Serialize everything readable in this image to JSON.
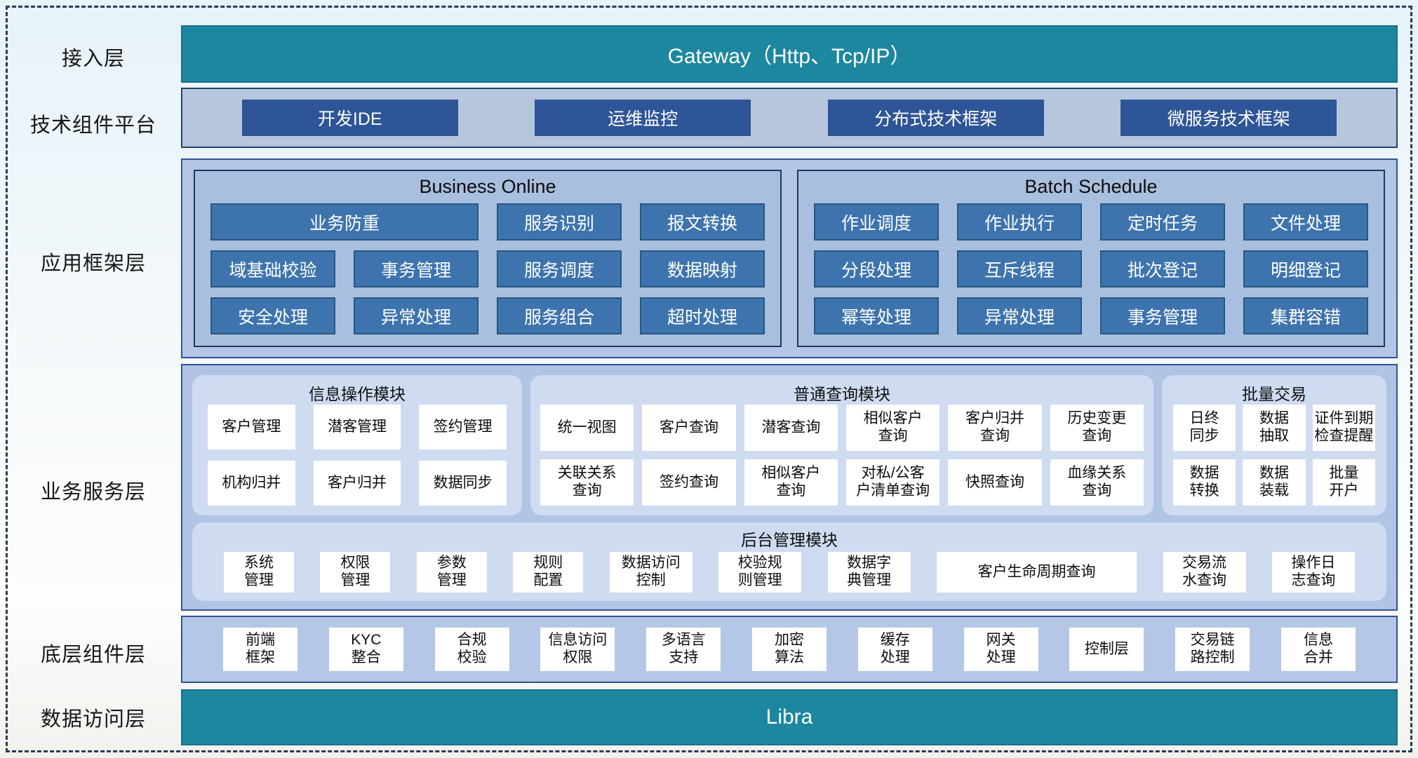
{
  "colors": {
    "teal": "#1d87a0",
    "navy_button": "#2e5597",
    "steel_button": "#3e74ae",
    "container_blue": "#b3c6e6",
    "panel_blue": "#cfdbf1"
  },
  "layers": {
    "access": {
      "label": "接入层",
      "bar": "Gateway（Http、Tcp/IP）"
    },
    "tech_platform": {
      "label": "技术组件平台",
      "items": [
        "开发IDE",
        "运维监控",
        "分布式技术框架",
        "微服务技术框架"
      ]
    },
    "app_framework": {
      "label": "应用框架层",
      "business_online": {
        "title": "Business Online",
        "items": [
          "业务防重",
          "服务识别",
          "报文转换",
          "域基础校验",
          "事务管理",
          "服务调度",
          "数据映射",
          "安全处理",
          "异常处理",
          "服务组合",
          "超时处理"
        ]
      },
      "batch_schedule": {
        "title": "Batch Schedule",
        "items": [
          "作业调度",
          "作业执行",
          "定时任务",
          "文件处理",
          "分段处理",
          "互斥线程",
          "批次登记",
          "明细登记",
          "幂等处理",
          "异常处理",
          "事务管理",
          "集群容错"
        ]
      }
    },
    "business_service": {
      "label": "业务服务层",
      "info_ops": {
        "title": "信息操作模块",
        "items": [
          "客户管理",
          "潜客管理",
          "签约管理",
          "机构归并",
          "客户归并",
          "数据同步"
        ]
      },
      "general_query": {
        "title": "普通查询模块",
        "items": [
          "统一视图",
          "客户查询",
          "潜客查询",
          "相似客户\n查询",
          "客户归并\n查询",
          "历史变更\n查询",
          "关联关系\n查询",
          "签约查询",
          "相似客户\n查询",
          "对私/公客\n户清单查询",
          "快照查询",
          "血缘关系\n查询"
        ]
      },
      "batch_trade": {
        "title": "批量交易",
        "items": [
          "日终\n同步",
          "数据\n抽取",
          "证件到期\n检查提醒",
          "数据\n转换",
          "数据\n装载",
          "批量\n开户"
        ]
      },
      "admin": {
        "title": "后台管理模块",
        "items": [
          "系统\n管理",
          "权限\n管理",
          "参数\n管理",
          "规则\n配置",
          "数据访问\n控制",
          "校验规\n则管理",
          "数据字\n典管理",
          "客户生命周期查询",
          "交易流\n水查询",
          "操作日\n志查询"
        ]
      }
    },
    "base_components": {
      "label": "底层组件层",
      "items": [
        "前端\n框架",
        "KYC\n整合",
        "合规\n校验",
        "信息访问\n权限",
        "多语言\n支持",
        "加密\n算法",
        "缓存\n处理",
        "网关\n处理",
        "控制层",
        "交易链\n路控制",
        "信息\n合并"
      ]
    },
    "data_access": {
      "label": "数据访问层",
      "bar": "Libra"
    }
  }
}
